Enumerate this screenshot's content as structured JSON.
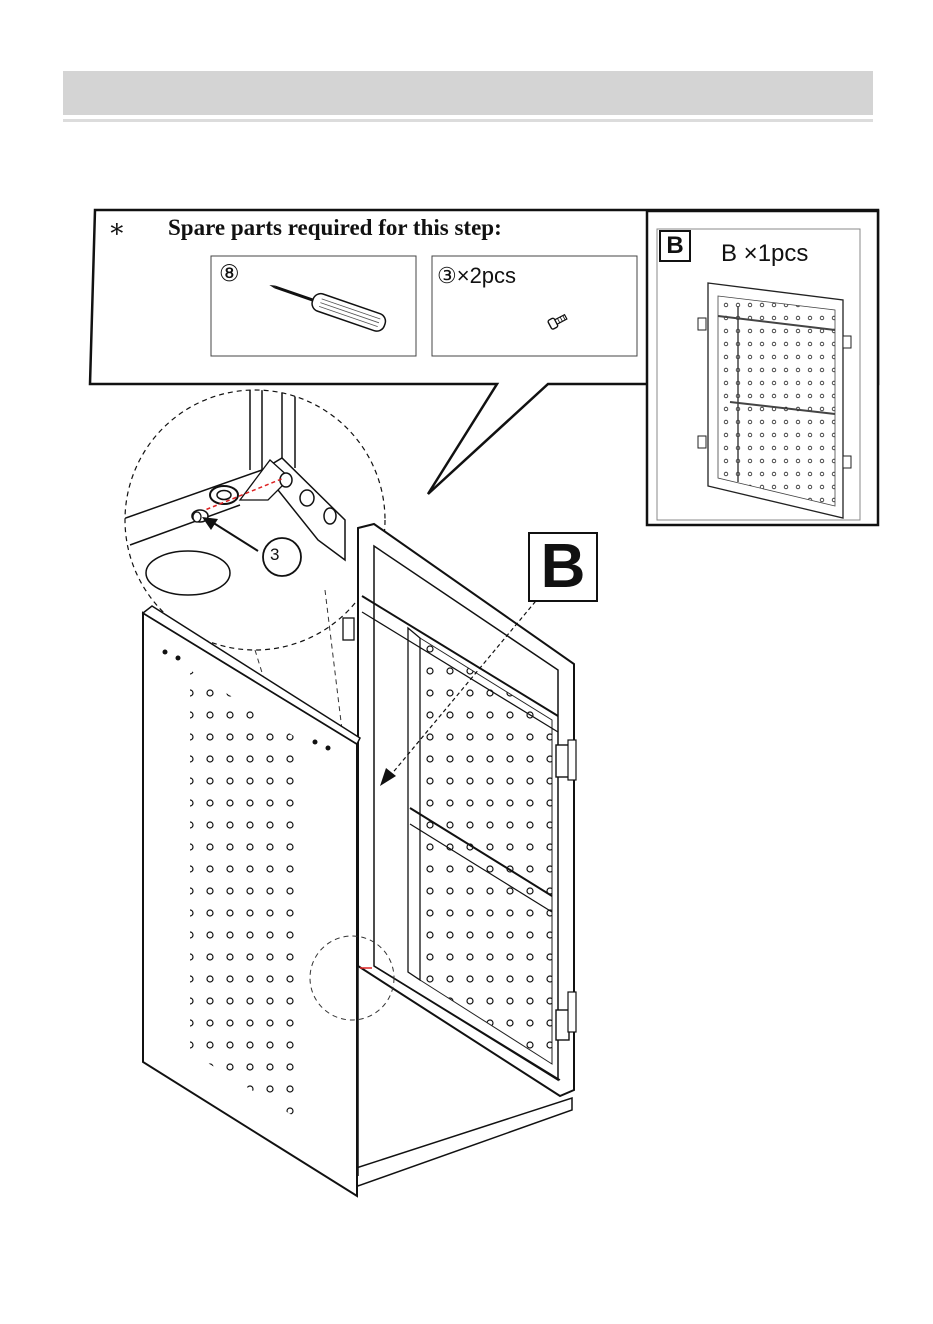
{
  "spare_parts": {
    "marker": "∗",
    "title": "Spare parts required for this step:",
    "items": [
      {
        "label": "⑧",
        "icon": "screwdriver-icon"
      },
      {
        "label": "③×2pcs",
        "icon": "screw-icon"
      }
    ]
  },
  "panel_b": {
    "badge": "B",
    "quantity": "B ×1pcs"
  },
  "callout": {
    "panel_label": "B",
    "screw_number": "3"
  }
}
